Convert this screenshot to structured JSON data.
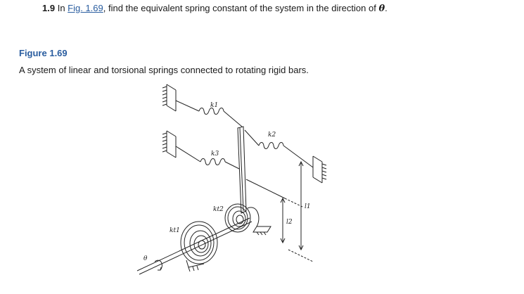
{
  "question": {
    "number": "1.9",
    "prefix": "In",
    "link_text": "Fig. 1.69",
    "text_after_link": ", find the equivalent spring constant of the system in the direction of",
    "symbol": "θ",
    "end": "."
  },
  "figure": {
    "title": "Figure 1.69",
    "caption": "A system of linear and torsional springs connected to rotating rigid bars.",
    "labels": {
      "k1": "k1",
      "k2": "k2",
      "k3": "k3",
      "kt1": "kt1",
      "kt2": "kt2",
      "l1": "l1",
      "l2": "l2",
      "theta": "θ"
    }
  }
}
